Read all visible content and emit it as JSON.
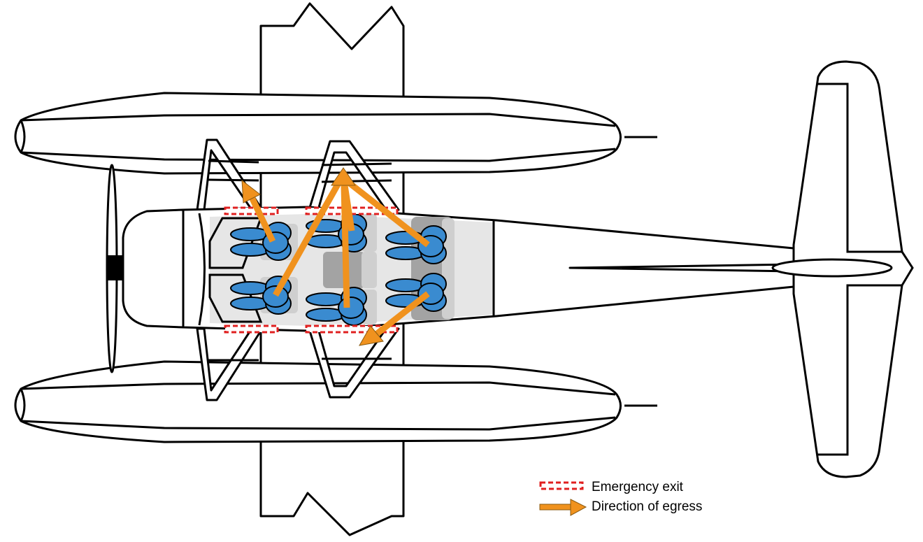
{
  "title": "Seaplane cabin egress diagram",
  "legend": {
    "emergency_exit": "Emergency exit",
    "direction_of_egress": "Direction of egress"
  },
  "colors": {
    "exit": "#e02020",
    "egress_arrow": "#f0921e",
    "occupant": "#3a8bd0",
    "cabin": "#e6e6e6"
  }
}
